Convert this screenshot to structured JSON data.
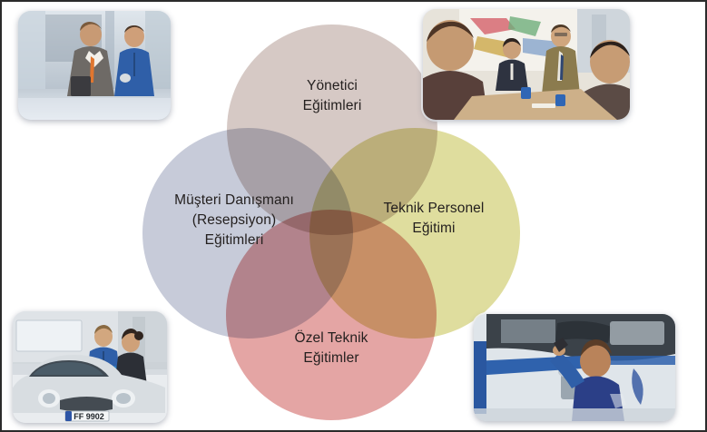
{
  "document": {
    "type": "venn-diagram",
    "language": "tr",
    "background_color": "#ffffff",
    "border_color": "#2b2b2b"
  },
  "venn": {
    "title": "",
    "circles": [
      {
        "id": "yonetici",
        "position": "top",
        "label": "Yönetici\nEğitimleri",
        "label_line_1": "Yönetici",
        "label_line_2": "Eğitimleri",
        "color": "#d6c9c5"
      },
      {
        "id": "musteri-danismani",
        "position": "left",
        "label": "Müşteri Danışmanı\n(Resepsiyon)\nEğitimleri",
        "label_line_1": "Müşteri Danışmanı",
        "label_line_2": "(Resepsiyon)",
        "label_line_3": "Eğitimleri",
        "color": "#c7cbd9"
      },
      {
        "id": "teknik-personel",
        "position": "right",
        "label": "Teknik Personel\nEğitimi",
        "label_line_1": "Teknik Personel",
        "label_line_2": "Eğitimi",
        "color": "#dfdd9e"
      },
      {
        "id": "ozel-teknik",
        "position": "bottom",
        "label": "Özel Teknik\nEğitimler",
        "label_line_1": "Özel Teknik",
        "label_line_2": "Eğitimler",
        "color": "#e4a5a4"
      }
    ],
    "overlap_colors": {
      "right_bottom": "#e8814b",
      "left_bottom": "#c9a8b4",
      "left_top": "#bfbfce",
      "top_right": "#c9c6a3"
    },
    "stroke_color": "#ffffff"
  },
  "photos": [
    {
      "id": "photo-top-left",
      "position": "top-left",
      "description": "Showroom corridor with a businessman in a grey suit and orange tie talking to a service technician in blue overalls",
      "alt": "Danışman ve teknisyen"
    },
    {
      "id": "photo-top-right",
      "position": "top-right",
      "description": "Meeting room training session: presenter in olive jacket standing before a colourful wall chart, three seated participants with blue cups on the table",
      "alt": "Yönetici eğitimi toplantısı"
    },
    {
      "id": "photo-bottom-left",
      "position": "bottom-left",
      "description": "Workshop bay with a silver Mini; technician in blue uniform with a clipboard talking to a female customer",
      "alt": "Servis kabul",
      "license_plate": "FF 9902"
    },
    {
      "id": "photo-bottom-right",
      "position": "bottom-right",
      "description": "Technician in blue overalls working underneath a car raised on a blue hydraulic lift",
      "alt": "Lift altında teknik çalışma"
    }
  ]
}
